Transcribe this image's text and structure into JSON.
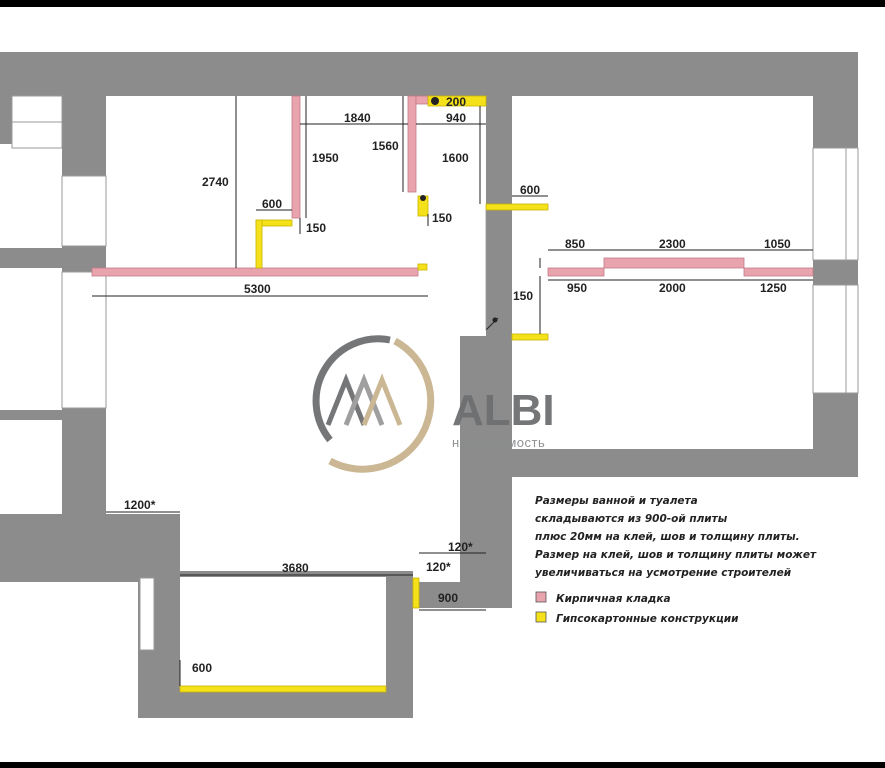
{
  "brand": {
    "name": "ALBI",
    "subtitle": "недвижимость"
  },
  "dimensions": {
    "d200": "200",
    "d1840": "1840",
    "d940": "940",
    "d1950": "1950",
    "d1560": "1560",
    "d1600": "1600",
    "d2740": "2740",
    "d600_top": "600",
    "d150_a": "150",
    "d150_b": "150",
    "d600_right": "600",
    "d850": "850",
    "d2300": "2300",
    "d1050": "1050",
    "d950": "950",
    "d2000": "2000",
    "d1250": "1250",
    "d150_right": "150",
    "d5300": "5300",
    "d1200": "1200*",
    "d3680": "3680",
    "d120_a": "120*",
    "d120_b": "120*",
    "d900": "900",
    "d600_bottom": "600"
  },
  "notes": {
    "line1": "Размеры ванной и туалета",
    "line2": "складываются из 900-ой плиты",
    "line3": "плюс 20мм на клей, шов и толщину плиты.",
    "line4": "Размер на клей, шов и толщину плиты может",
    "line5": "увеличиваться на усмотрение строителей"
  },
  "legend": {
    "brick_label": "Кирпичная кладка",
    "drywall_label": "Гипсокартонные конструкции",
    "brick_color": "#e8a3ad",
    "drywall_color": "#f5e11a"
  },
  "colors": {
    "wall": "#8c8c8c",
    "brick": "#e8a3ad",
    "drywall": "#f5e11a",
    "logo_gray": "#6d6f71",
    "logo_gold": "#c9b48e"
  }
}
